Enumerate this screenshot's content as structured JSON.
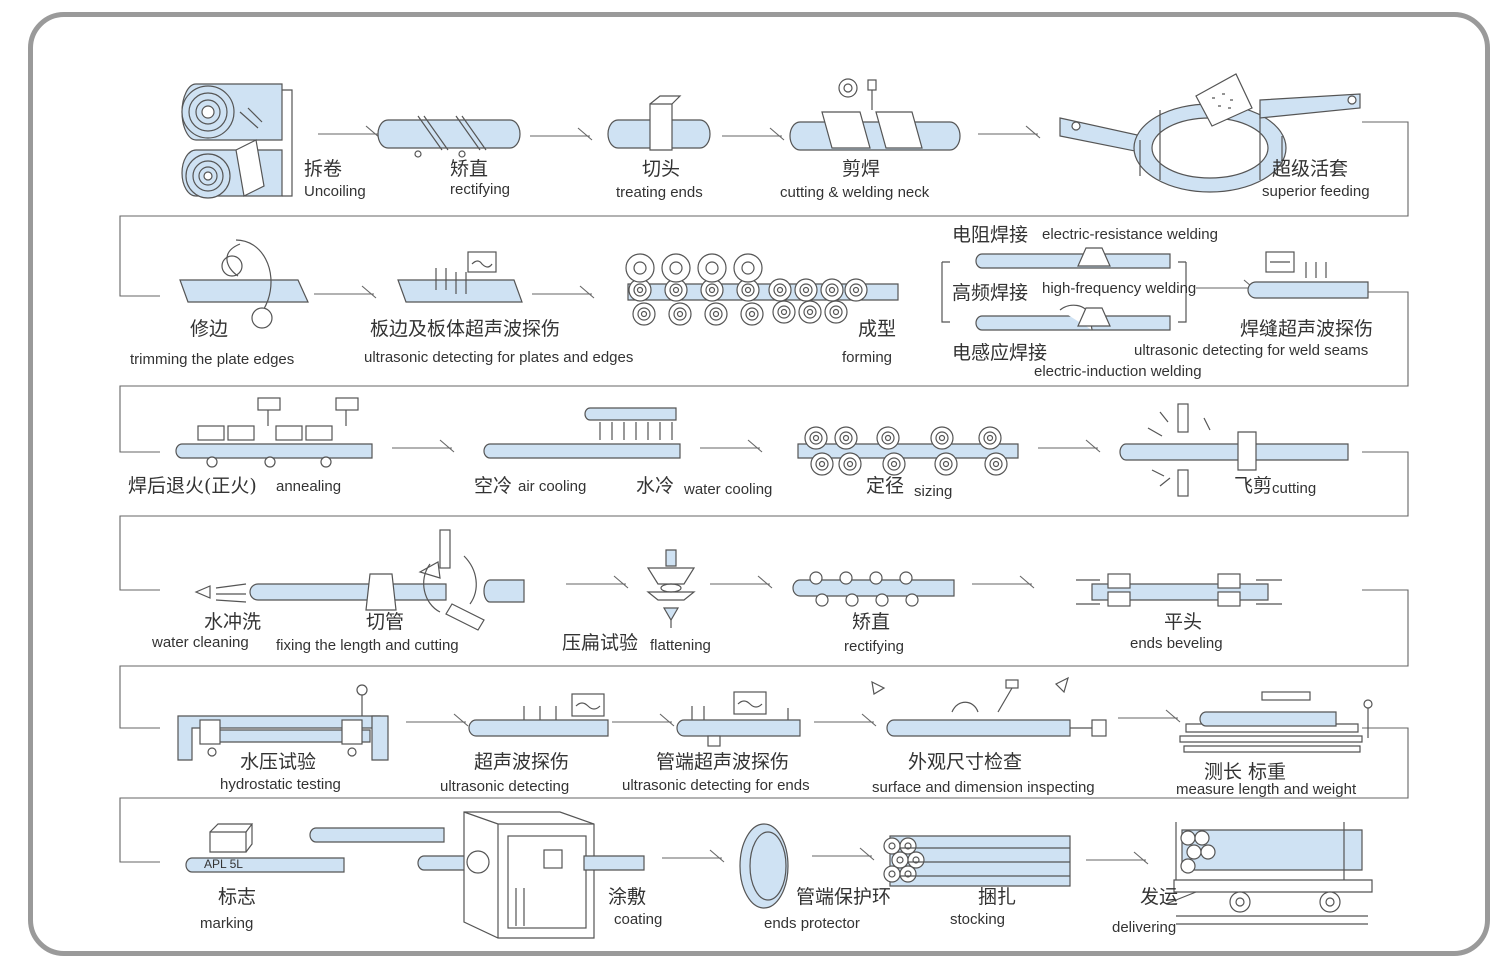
{
  "steps": {
    "uncoiling": {
      "cn": "拆卷",
      "en": "Uncoiling"
    },
    "rectifying1": {
      "cn": "矫直",
      "en": "rectifying"
    },
    "treating_ends": {
      "cn": "切头",
      "en": "treating ends"
    },
    "cutting_welding": {
      "cn": "剪焊",
      "en": "cutting & welding neck"
    },
    "superior_feeding": {
      "cn": "超级活套",
      "en": "superior feeding"
    },
    "trimming": {
      "cn": "修边",
      "en": "trimming the plate edges"
    },
    "ultrasonic_plates": {
      "cn": "板边及板体超声波探伤",
      "en": "ultrasonic detecting for plates and edges"
    },
    "forming": {
      "cn": "成型",
      "en": "forming"
    },
    "welding": {
      "resistance_cn": "电阻焊接",
      "resistance_en": "electric-resistance welding",
      "hf_cn": "高频焊接",
      "hf_en": "high-frequency welding",
      "induction_cn": "电感应焊接",
      "induction_en": "electric-induction welding"
    },
    "ultrasonic_seams": {
      "cn": "焊缝超声波探伤",
      "en": "ultrasonic detecting for weld seams"
    },
    "annealing": {
      "cn": "焊后退火(正火)",
      "en": "annealing"
    },
    "air_cooling": {
      "cn": "空冷",
      "en": "air cooling"
    },
    "water_cooling": {
      "cn": "水冷",
      "en": "water cooling"
    },
    "sizing": {
      "cn": "定径",
      "en": "sizing"
    },
    "flying_cutting": {
      "cn": "飞剪",
      "en": "cutting"
    },
    "water_cleaning": {
      "cn": "水冲洗",
      "en": "water cleaning"
    },
    "fixing_length": {
      "cn": "切管",
      "en": "fixing the length and cutting"
    },
    "flattening": {
      "cn": "压扁试验",
      "en": "flattening"
    },
    "rectifying2": {
      "cn": "矫直",
      "en": "rectifying"
    },
    "ends_beveling": {
      "cn": "平头",
      "en": "ends beveling"
    },
    "hydrostatic": {
      "cn": "水压试验",
      "en": "hydrostatic testing"
    },
    "ultrasonic_detecting": {
      "cn": "超声波探伤",
      "en": "ultrasonic detecting"
    },
    "ultrasonic_ends": {
      "cn": "管端超声波探伤",
      "en": "ultrasonic detecting for ends"
    },
    "inspecting": {
      "cn": "外观尺寸检查",
      "en": "surface and dimension inspecting"
    },
    "measure": {
      "cn": "测长 标重",
      "en": "measure length and weight"
    },
    "marking": {
      "cn": "标志",
      "en": "marking",
      "pipe_text": "APL  5L"
    },
    "coating": {
      "cn": "涂敷",
      "en": "coating"
    },
    "ends_protector": {
      "cn": "管端保护环",
      "en": "ends protector"
    },
    "stocking": {
      "cn": "捆扎",
      "en": "stocking"
    },
    "delivering": {
      "cn": "发运",
      "en": "delivering"
    }
  },
  "colors": {
    "pipe": "#cfe2f3",
    "line": "#555555",
    "frame": "#9a9a9a"
  }
}
